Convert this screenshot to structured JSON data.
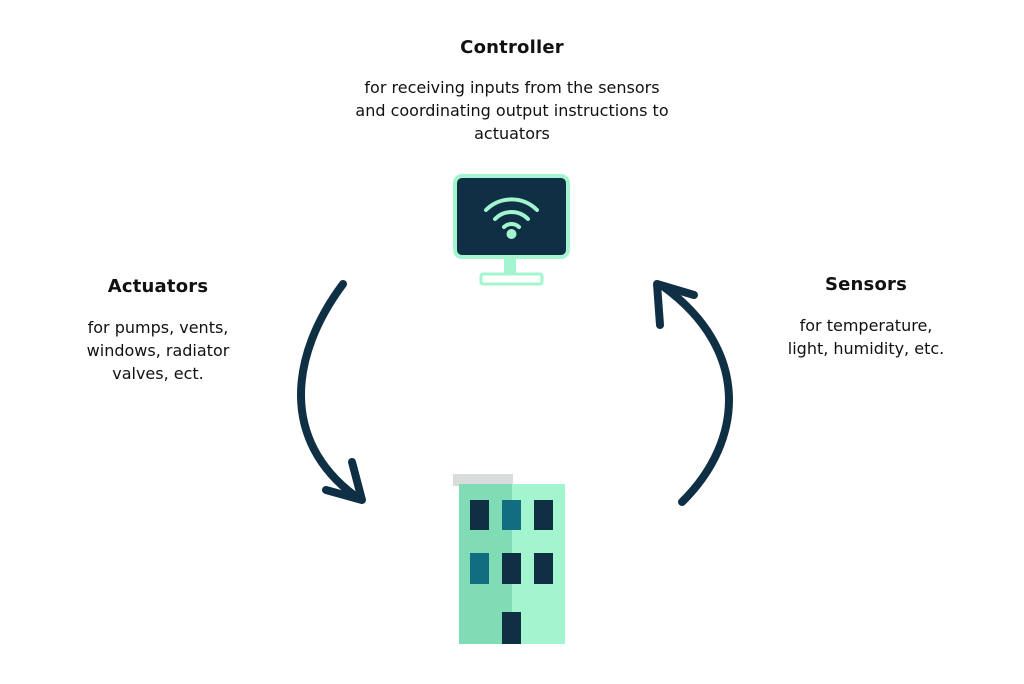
{
  "controller": {
    "title": "Controller",
    "lines": [
      "for receiving inputs from the sensors",
      "and coordinating output instructions to",
      "actuators"
    ]
  },
  "actuators": {
    "title": "Actuators",
    "lines": [
      "for pumps, vents,",
      "windows, radiator",
      "valves, ect."
    ]
  },
  "sensors": {
    "title": "Sensors",
    "lines": [
      "for temperature,",
      "light, humidity, etc."
    ]
  },
  "icons": {
    "controller": "monitor-wifi-icon",
    "building": "building-icon",
    "left_arrow": "curved-arrow-down-icon",
    "right_arrow": "curved-arrow-up-icon"
  },
  "colors": {
    "navy": "#0f2f44",
    "mint": "#a3f5cf",
    "mint_dark": "#7fdcb5",
    "teal": "#136d80",
    "grey": "#d9dcdc"
  }
}
